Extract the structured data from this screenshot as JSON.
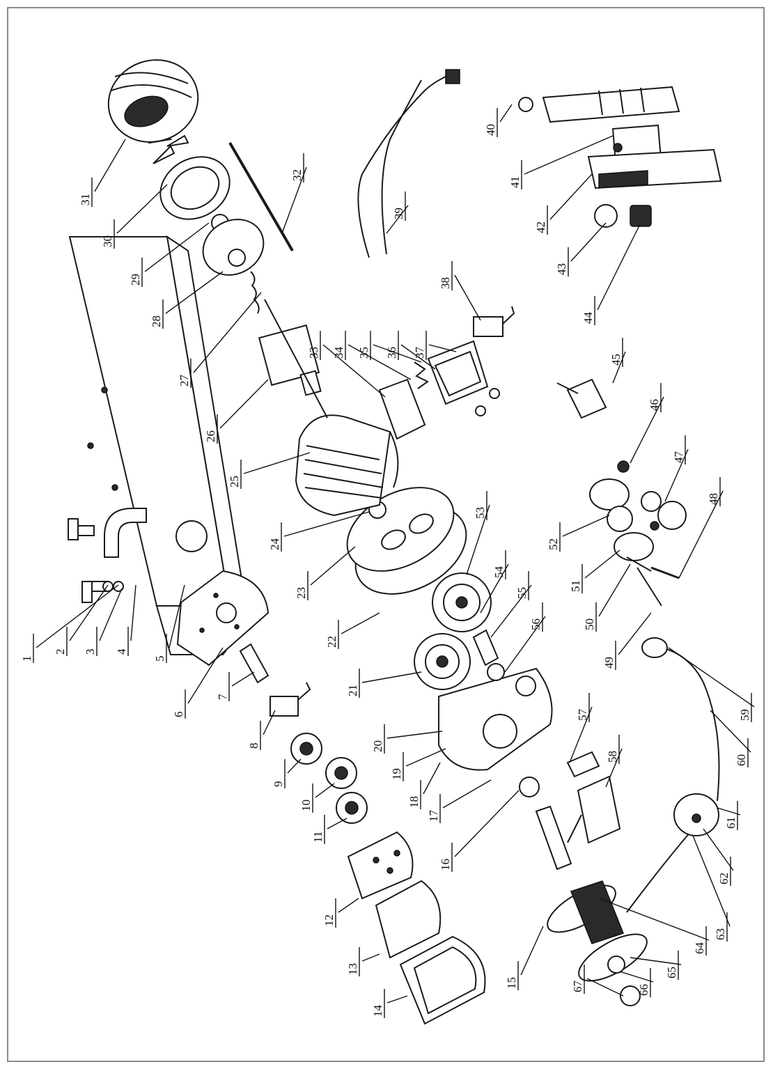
{
  "callouts": [
    {
      "n": "1"
    },
    {
      "n": "2"
    },
    {
      "n": "3"
    },
    {
      "n": "4"
    },
    {
      "n": "5"
    },
    {
      "n": "6"
    },
    {
      "n": "7"
    },
    {
      "n": "8"
    },
    {
      "n": "9"
    },
    {
      "n": "10"
    },
    {
      "n": "11"
    },
    {
      "n": "12"
    },
    {
      "n": "13"
    },
    {
      "n": "14"
    },
    {
      "n": "15"
    },
    {
      "n": "16"
    },
    {
      "n": "17"
    },
    {
      "n": "18"
    },
    {
      "n": "19"
    },
    {
      "n": "20"
    },
    {
      "n": "21"
    },
    {
      "n": "22"
    },
    {
      "n": "23"
    },
    {
      "n": "24"
    },
    {
      "n": "25"
    },
    {
      "n": "26"
    },
    {
      "n": "27"
    },
    {
      "n": "28"
    },
    {
      "n": "29"
    },
    {
      "n": "30"
    },
    {
      "n": "31"
    },
    {
      "n": "32"
    },
    {
      "n": "33"
    },
    {
      "n": "34"
    },
    {
      "n": "35"
    },
    {
      "n": "36"
    },
    {
      "n": "37"
    },
    {
      "n": "38"
    },
    {
      "n": "39"
    },
    {
      "n": "40"
    },
    {
      "n": "41"
    },
    {
      "n": "42"
    },
    {
      "n": "43"
    },
    {
      "n": "44"
    },
    {
      "n": "45"
    },
    {
      "n": "46"
    },
    {
      "n": "47"
    },
    {
      "n": "48"
    },
    {
      "n": "49"
    },
    {
      "n": "50"
    },
    {
      "n": "51"
    },
    {
      "n": "52"
    },
    {
      "n": "53"
    },
    {
      "n": "54"
    },
    {
      "n": "55"
    },
    {
      "n": "56"
    },
    {
      "n": "57"
    },
    {
      "n": "58"
    },
    {
      "n": "59"
    },
    {
      "n": "60"
    },
    {
      "n": "61"
    },
    {
      "n": "62"
    },
    {
      "n": "63"
    },
    {
      "n": "64"
    },
    {
      "n": "65"
    },
    {
      "n": "66"
    },
    {
      "n": "67"
    }
  ],
  "colors": {
    "ink": "#1a1a1a",
    "frame": "#8a8a8a",
    "paper": "#ffffff"
  }
}
